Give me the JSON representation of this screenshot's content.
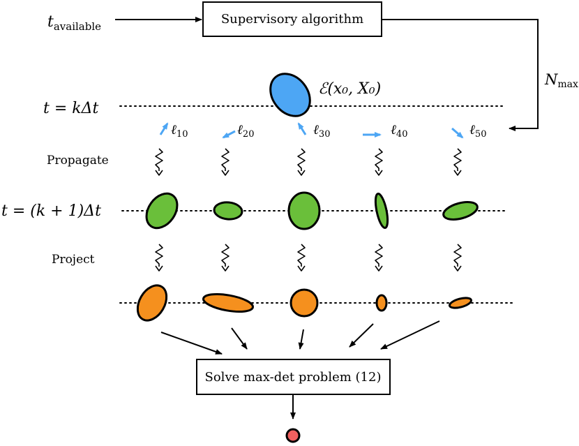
{
  "inputs": {
    "t_available_base": "t",
    "t_available_sub": "available",
    "n_max_base": "N",
    "n_max_sub": "max"
  },
  "supervisory_box": {
    "label": "Supervisory algorithm"
  },
  "solve_box": {
    "label": "Solve max-det problem (12)"
  },
  "initial_ellipse": {
    "label": "ℰ(x₀, X₀)",
    "color": "#4da6f4"
  },
  "levels": {
    "k": {
      "label": "t = kΔt"
    },
    "k_plus_1": {
      "label": "t = (k + 1)Δt"
    }
  },
  "steps": {
    "propagate": "Propagate",
    "project": "Project"
  },
  "directions": [
    {
      "base": "ℓ",
      "sub": "10"
    },
    {
      "base": "ℓ",
      "sub": "20"
    },
    {
      "base": "ℓ",
      "sub": "30"
    },
    {
      "base": "ℓ",
      "sub": "40"
    },
    {
      "base": "ℓ",
      "sub": "50"
    }
  ],
  "colors": {
    "initial": "#4da6f4",
    "direction_arrow": "#4da6f4",
    "propagated": "#6abf3a",
    "projected": "#f5901e",
    "result": "#f0605f",
    "outline": "#000000"
  }
}
